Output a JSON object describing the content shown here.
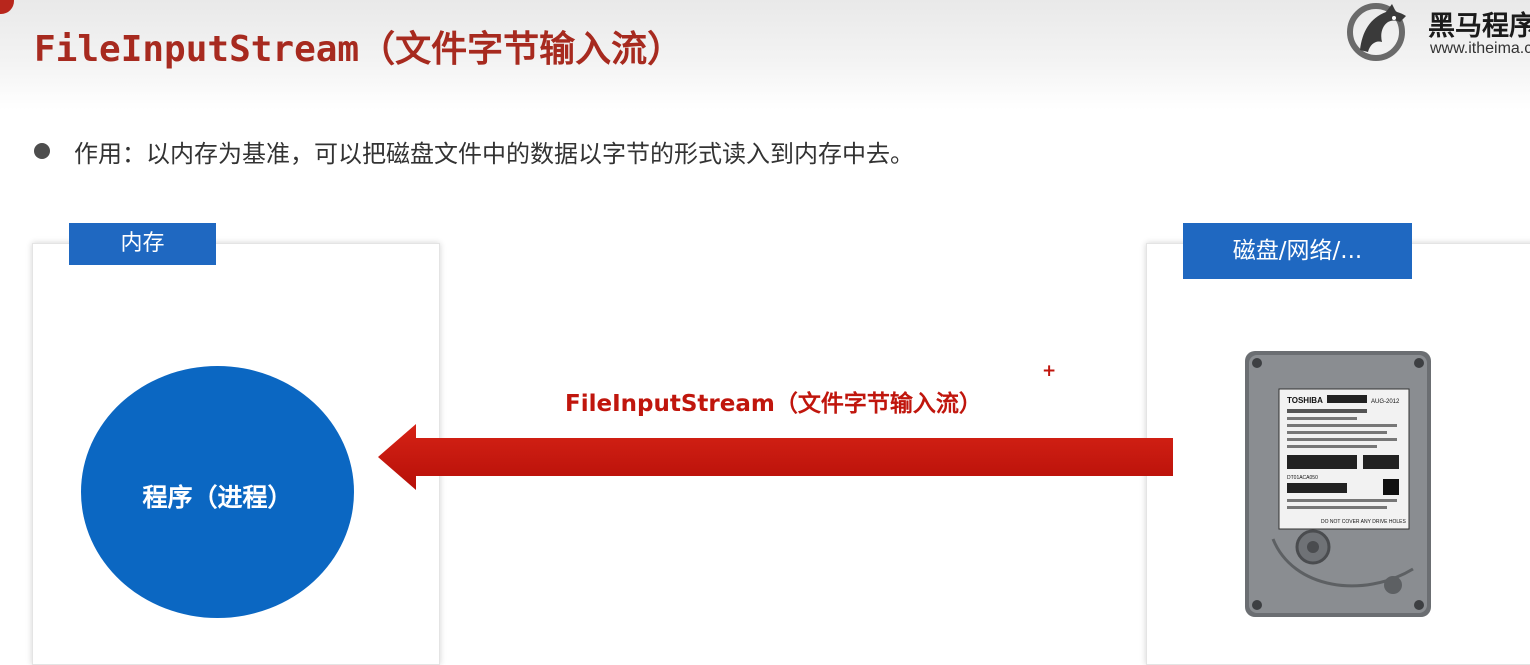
{
  "slide": {
    "title": "FileInputStream（文件字节输入流）",
    "bullet": "作用：以内存为基准，可以把磁盘文件中的数据以字节的形式读入到内存中去。"
  },
  "logo": {
    "brand_cn": "黑马程序员",
    "url": "www.itheima.com",
    "icon": "horse-head-icon"
  },
  "diagram": {
    "left_panel": {
      "tag": "内存",
      "circle_label": "程序（进程）"
    },
    "right_panel": {
      "tag": "磁盘/网络/...",
      "device_icon": "hard-disk-drive-icon"
    },
    "arrow_label": "FileInputStream（文件字节输入流）",
    "plus_mark": "+",
    "arrow_direction": "right-to-left"
  },
  "hdd_label": {
    "brand": "TOSHIBA",
    "date": "AUG-2012",
    "model_line": "DT01ACA050",
    "warning": "DO NOT COVER ANY DRIVE HOLES"
  },
  "colors": {
    "title": "#a72a1f",
    "accent_blue": "#1f68c1",
    "circle_blue": "#0b67c2",
    "arrow_red": "#c8150c",
    "text_gray": "#333333"
  }
}
